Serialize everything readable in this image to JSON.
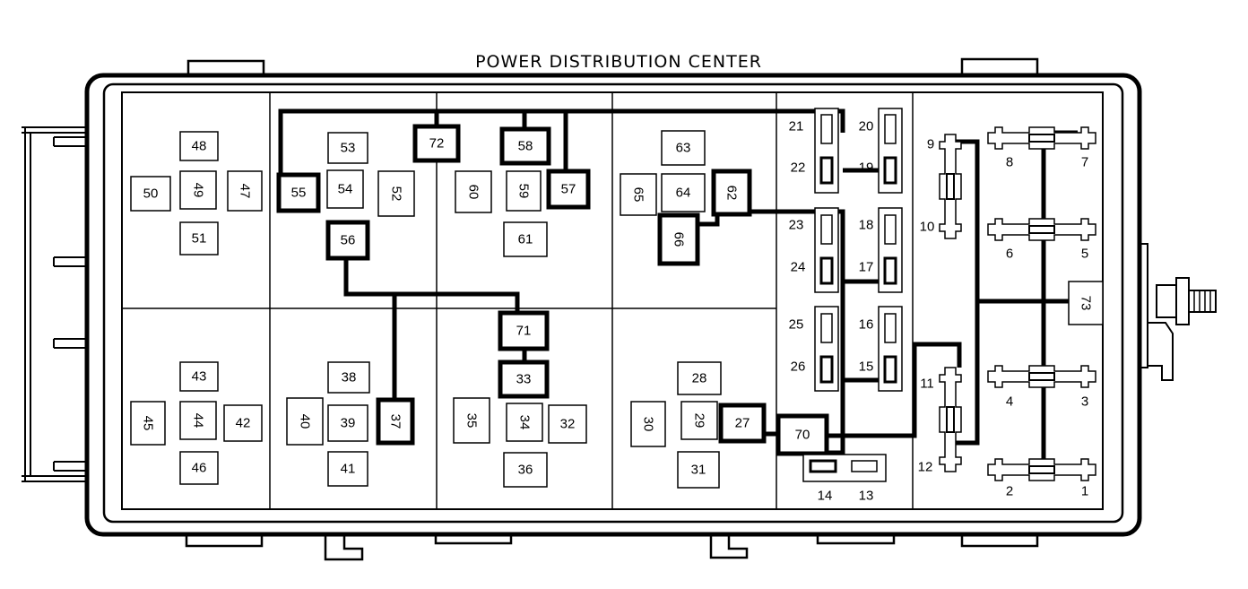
{
  "title": "POWER DISTRIBUTION CENTER",
  "colors": {
    "ink": "#000000",
    "background": "#ffffff"
  },
  "positions": [
    {
      "label": "48"
    },
    {
      "label": "50"
    },
    {
      "label": "49",
      "vertical": true
    },
    {
      "label": "47",
      "vertical": true
    },
    {
      "label": "51"
    },
    {
      "label": "43"
    },
    {
      "label": "45",
      "vertical": true
    },
    {
      "label": "44",
      "vertical": true
    },
    {
      "label": "42"
    },
    {
      "label": "46"
    },
    {
      "label": "53"
    },
    {
      "label": "55",
      "highlighted": true
    },
    {
      "label": "54"
    },
    {
      "label": "52",
      "vertical": true
    },
    {
      "label": "56",
      "highlighted": true
    },
    {
      "label": "38"
    },
    {
      "label": "40",
      "vertical": true
    },
    {
      "label": "39"
    },
    {
      "label": "37",
      "vertical": true,
      "highlighted": true
    },
    {
      "label": "41"
    },
    {
      "label": "72",
      "highlighted": true
    },
    {
      "label": "58",
      "highlighted": true
    },
    {
      "label": "60",
      "vertical": true
    },
    {
      "label": "59",
      "vertical": true
    },
    {
      "label": "57",
      "highlighted": true
    },
    {
      "label": "61"
    },
    {
      "label": "71",
      "highlighted": true
    },
    {
      "label": "33",
      "highlighted": true
    },
    {
      "label": "35",
      "vertical": true
    },
    {
      "label": "34",
      "vertical": true
    },
    {
      "label": "32"
    },
    {
      "label": "36"
    },
    {
      "label": "63"
    },
    {
      "label": "65",
      "vertical": true
    },
    {
      "label": "64"
    },
    {
      "label": "62",
      "vertical": true,
      "highlighted": true
    },
    {
      "label": "66",
      "vertical": true,
      "highlighted": true
    },
    {
      "label": "28"
    },
    {
      "label": "30",
      "vertical": true
    },
    {
      "label": "29",
      "vertical": true
    },
    {
      "label": "27",
      "highlighted": true
    },
    {
      "label": "31"
    },
    {
      "label": "70",
      "highlighted": true
    },
    {
      "label": "73",
      "vertical": true
    }
  ],
  "fuse_labels": [
    "21",
    "22",
    "20",
    "19",
    "23",
    "24",
    "18",
    "17",
    "25",
    "26",
    "16",
    "15",
    "14",
    "13"
  ],
  "breaker_labels": [
    "9",
    "10",
    "11",
    "12",
    "8",
    "7",
    "6",
    "5",
    "4",
    "3",
    "2",
    "1"
  ]
}
